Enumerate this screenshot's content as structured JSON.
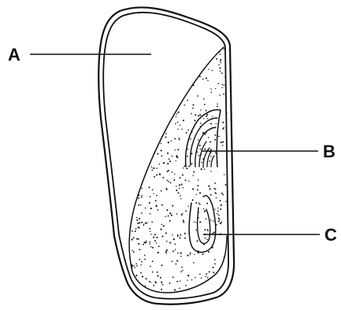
{
  "labels": {
    "a": "A",
    "b": "B",
    "c": "C"
  },
  "colors": {
    "stroke": "#111111",
    "background": "#ffffff"
  }
}
